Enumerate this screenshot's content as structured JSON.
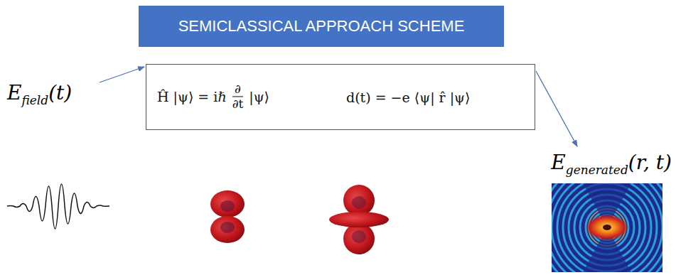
{
  "diagram": {
    "title": "SEMICLASSICAL APPROACH SCHEME",
    "nodes": [
      {
        "text": [
          "Ĥ |ψ⟩ = iℏ",
          "∂",
          "∂t",
          "|ψ⟩",
          "d(t) = −e ⟨ψ| r̂ |ψ⟩"
        ]
      }
    ],
    "labels": [
      "E",
      "field",
      "(t)",
      "E",
      "generated",
      "(r, t)"
    ]
  }
}
